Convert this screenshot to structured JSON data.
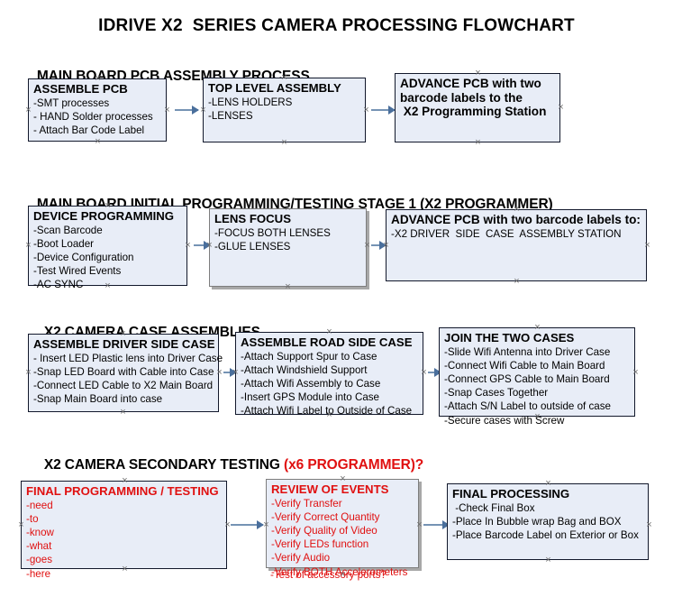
{
  "document": {
    "title": "IDRIVE X2  SERIES CAMERA PROCESSING FLOWCHART"
  },
  "colors": {
    "box_fill": "#e8edf7",
    "box_border": "#12182b",
    "arrow": "#7593b4",
    "accent_red": "#e01010",
    "text": "#000000"
  },
  "sections": [
    {
      "heading": "MAIN BOARD PCB ASSEMBLY PROCESS",
      "heading_accent": "",
      "boxes": [
        {
          "title": "ASSEMBLE PCB",
          "lines": [
            "-SMT processes",
            "- HAND Solder processes",
            "- Attach Bar Code Label"
          ],
          "red": false
        },
        {
          "title": "TOP LEVEL ASSEMBLY",
          "lines": [
            "-LENS HOLDERS",
            "-LENSES"
          ],
          "red": false
        },
        {
          "title": "ADVANCE PCB with two",
          "lines": [
            "barcode labels to the",
            " X2 Programming Station"
          ],
          "red": false,
          "bold_lines": true
        }
      ]
    },
    {
      "heading": "MAIN BOARD INITIAL PROGRAMMING/TESTING STAGE 1 (X2 PROGRAMMER)",
      "heading_accent": "",
      "boxes": [
        {
          "title": "DEVICE PROGRAMMING",
          "lines": [
            "-Scan Barcode",
            "-Boot Loader",
            "-Device Configuration",
            "-Test Wired Events",
            "-AC SYNC"
          ],
          "red": false
        },
        {
          "title": "LENS FOCUS",
          "lines": [
            "-FOCUS BOTH LENSES",
            "-GLUE LENSES"
          ],
          "red": false
        },
        {
          "title": "ADVANCE PCB with two barcode labels to:",
          "lines": [
            "-X2 DRIVER  SIDE  CASE  ASSEMBLY STATION"
          ],
          "red": false
        }
      ]
    },
    {
      "heading": "X2 CAMERA CASE ASSEMBLIES",
      "heading_accent": "",
      "boxes": [
        {
          "title": "ASSEMBLE DRIVER SIDE CASE",
          "lines": [
            "- Insert LED Plastic lens into Driver Case",
            "-Snap LED Board with Cable into Case",
            "-Connect LED Cable to X2 Main Board",
            "-Snap Main Board into case"
          ],
          "red": false
        },
        {
          "title": "ASSEMBLE ROAD SIDE CASE",
          "lines": [
            "-Attach Support Spur to Case",
            "-Attach Windshield Support",
            "-Attach Wifi Assembly to Case",
            "-Insert GPS Module into Case",
            "-Attach Wifi Label to Outside of Case"
          ],
          "red": false
        },
        {
          "title": "JOIN THE TWO CASES",
          "lines": [
            "-Slide Wifi Antenna into Driver Case",
            "-Connect Wifi Cable to Main Board",
            "-Connect GPS Cable to Main Board",
            "-Snap Cases Together",
            "-Attach S/N Label to outside of case",
            "-Secure cases with Screw"
          ],
          "red": false
        }
      ]
    },
    {
      "heading": "X2 CAMERA SECONDARY TESTING ",
      "heading_accent": "(x6 PROGRAMMER)?",
      "boxes": [
        {
          "title": "FINAL PROGRAMMING / TESTING",
          "lines": [
            "-need",
            "-to",
            "-know",
            "-what",
            "-goes",
            "-here"
          ],
          "red": true
        },
        {
          "title": "REVIEW OF EVENTS",
          "lines": [
            "-Verify Transfer",
            "-Verify Correct Quantity",
            "-Verify Quality of Video",
            "-Verify LEDs function",
            "-Verify Audio",
            "-Verify BOTH Accelerometers"
          ],
          "overflow_line": "-Test of accessory ports?",
          "red": true
        },
        {
          "title": "FINAL PROCESSING",
          "lines": [
            " -Check Final Box",
            "-Place In Bubble wrap Bag and BOX",
            "-Place Barcode Label on Exterior or Box"
          ],
          "red": false
        }
      ]
    }
  ]
}
